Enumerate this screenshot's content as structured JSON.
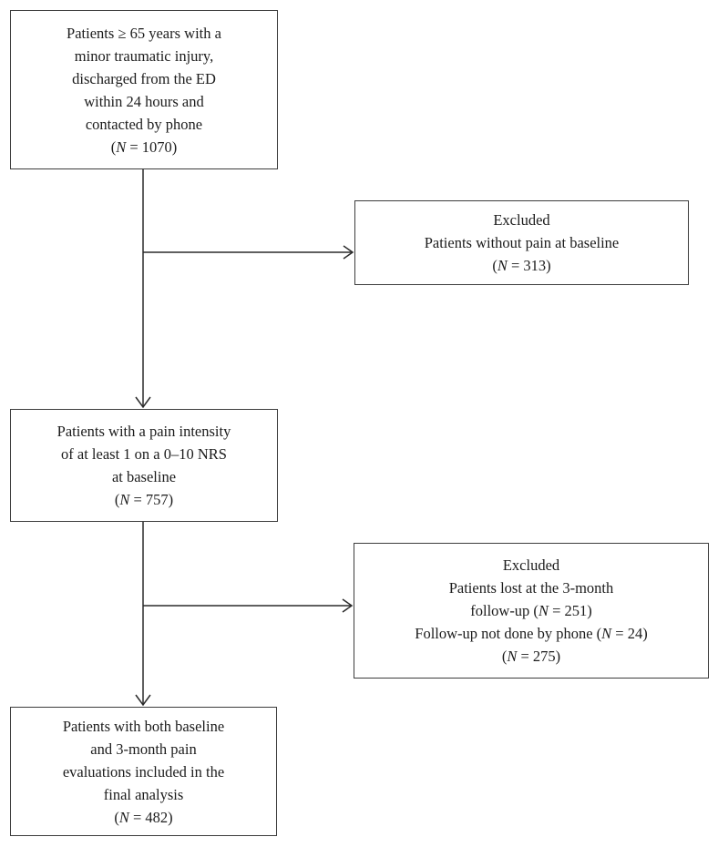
{
  "figure": {
    "background_color": "#ffffff",
    "box_border_color": "#3c3c3c",
    "connector_color": "#2b2b2b",
    "text_color": "#1c1c1c"
  },
  "diagram": {
    "type": "patient-flow-chart",
    "boxes": {
      "enrolled": {
        "lines": [
          "Patients ≥ 65 years with a",
          "minor traumatic injury,",
          "discharged from the ED",
          "within 24 hours and",
          "contacted by phone",
          "(N = 1070)"
        ]
      },
      "excluded_baseline": {
        "lines": [
          "Excluded",
          "Patients without pain at baseline",
          "(N = 313)"
        ]
      },
      "pain_baseline": {
        "lines": [
          "Patients with a pain intensity",
          "of at least 1 on a 0–10 NRS",
          "at baseline",
          "(N = 757)"
        ]
      },
      "excluded_followup": {
        "lines": [
          "Excluded",
          "Patients lost at the 3-month",
          "follow-up (N = 251)",
          "Follow-up not done by phone (N = 24)",
          "(N = 275)"
        ]
      },
      "final_analysis": {
        "lines": [
          "Patients with both baseline",
          "and 3-month pain",
          "evaluations included in the",
          "final analysis",
          "(N = 482)"
        ]
      }
    }
  }
}
